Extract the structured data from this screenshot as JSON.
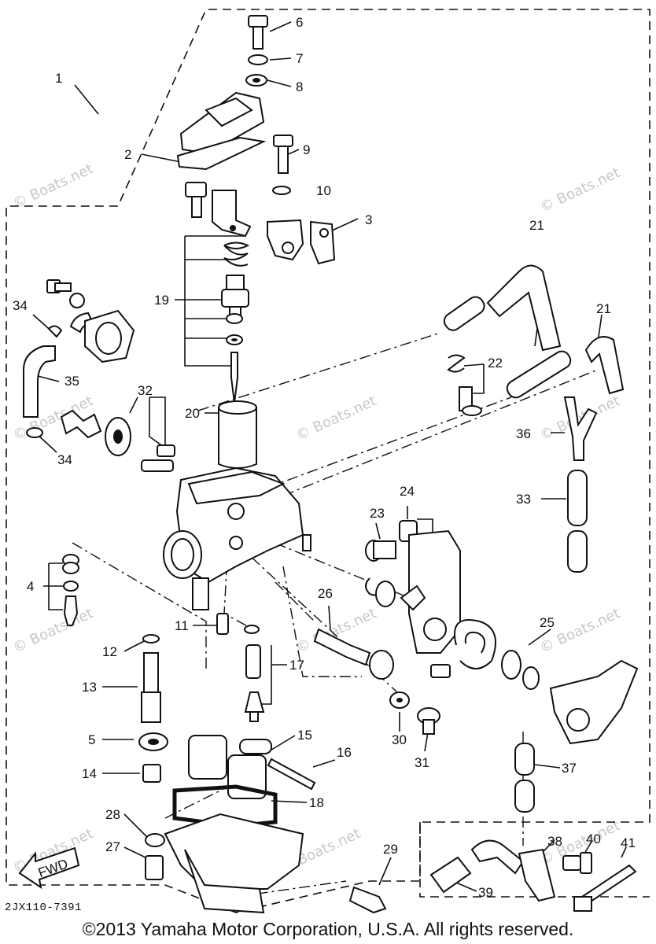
{
  "diagram": {
    "part_labels": [
      "1",
      "2",
      "3",
      "4",
      "5",
      "6",
      "7",
      "8",
      "9",
      "10",
      "11",
      "12",
      "13",
      "14",
      "15",
      "16",
      "17",
      "18",
      "19",
      "20",
      "21",
      "21",
      "22",
      "23",
      "24",
      "25",
      "26",
      "27",
      "28",
      "29",
      "30",
      "31",
      "32",
      "33",
      "34",
      "34",
      "35",
      "36",
      "37",
      "38",
      "39",
      "40",
      "41"
    ],
    "drawing_code": "2JX110-7391",
    "fwd_label": "FWD",
    "watermark": "© Boats.net",
    "copyright": "©2013 Yamaha Motor Corporation, U.S.A. All rights reserved."
  }
}
